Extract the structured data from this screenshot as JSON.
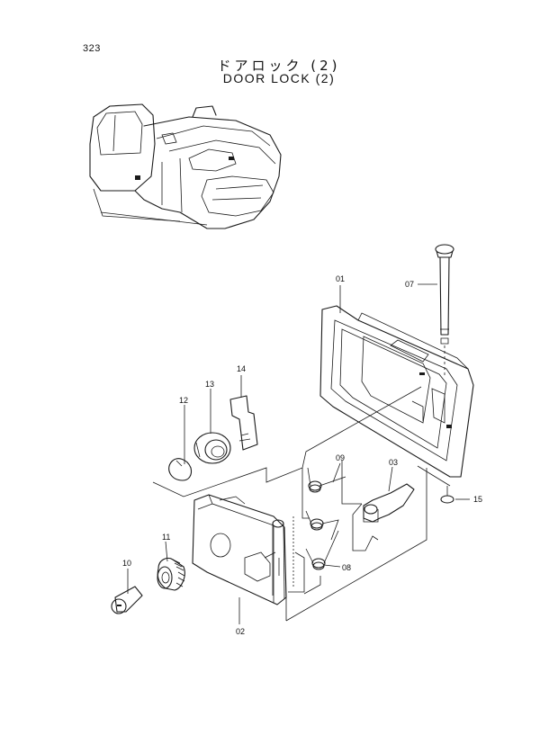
{
  "page": {
    "number": "323"
  },
  "title": {
    "japanese": "ドアロック (2)",
    "english": "DOOR LOCK (2)"
  },
  "parts": [
    {
      "id": "p01",
      "label": "01"
    },
    {
      "id": "p02",
      "label": "02"
    },
    {
      "id": "p03",
      "label": "03"
    },
    {
      "id": "p07",
      "label": "07"
    },
    {
      "id": "p08",
      "label": "08"
    },
    {
      "id": "p09",
      "label": "09"
    },
    {
      "id": "p10",
      "label": "10"
    },
    {
      "id": "p11",
      "label": "11"
    },
    {
      "id": "p12",
      "label": "12"
    },
    {
      "id": "p13",
      "label": "13"
    },
    {
      "id": "p14",
      "label": "14"
    },
    {
      "id": "p15",
      "label": "15"
    }
  ]
}
